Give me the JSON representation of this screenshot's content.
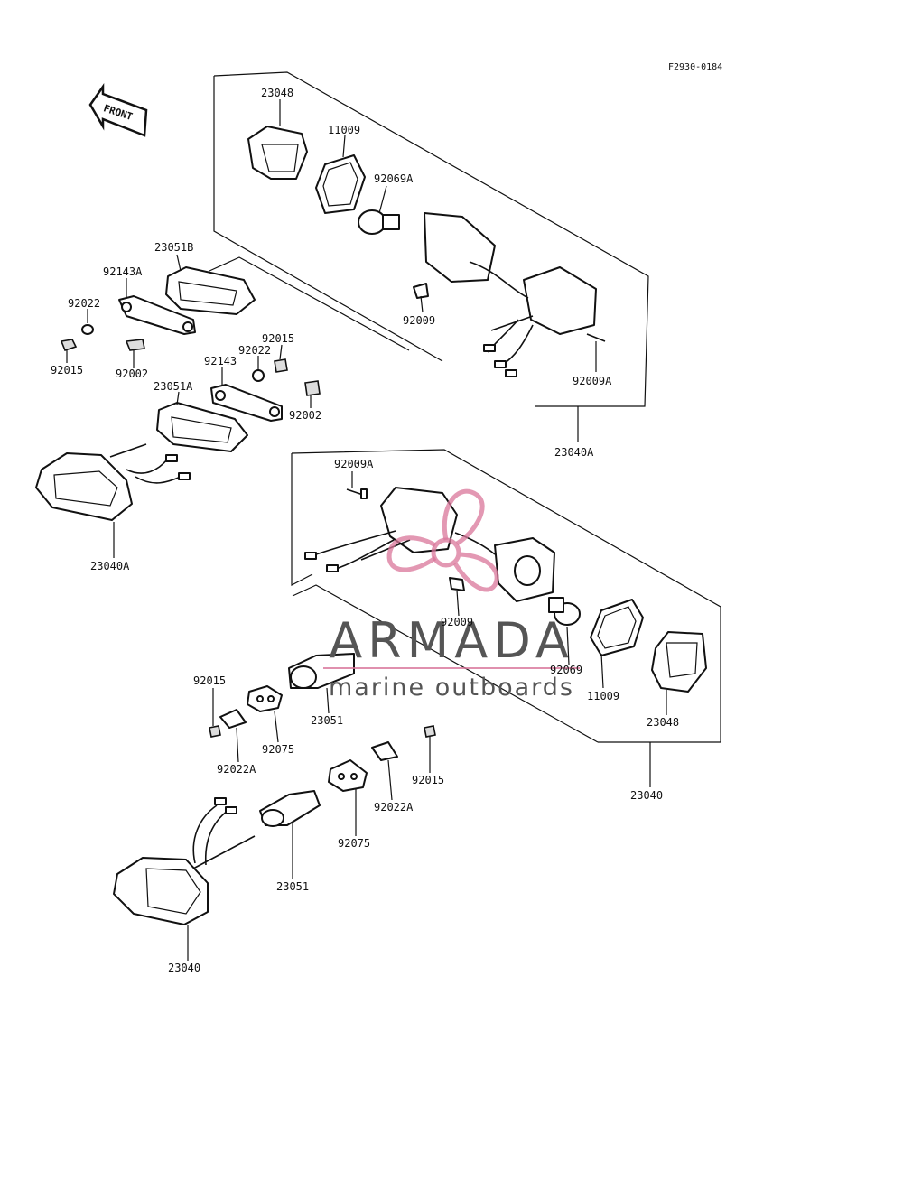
{
  "ref_code": "F2930-0184",
  "front_arrow": {
    "text": "FRONT",
    "icon": "front-arrow-icon"
  },
  "watermark": {
    "brand": "ARMADA",
    "tagline": "marine outboards",
    "accent": "#d9759a",
    "icon": "propeller-icon"
  },
  "callouts": [
    {
      "id": "c1",
      "text": "23048"
    },
    {
      "id": "c2",
      "text": "11009"
    },
    {
      "id": "c3",
      "text": "92069A"
    },
    {
      "id": "c4",
      "text": "92009"
    },
    {
      "id": "c5",
      "text": "92009A"
    },
    {
      "id": "c6",
      "text": "23040A"
    },
    {
      "id": "c7",
      "text": "23051B"
    },
    {
      "id": "c8",
      "text": "92143A"
    },
    {
      "id": "c9",
      "text": "92022"
    },
    {
      "id": "c10",
      "text": "92015"
    },
    {
      "id": "c11",
      "text": "92002"
    },
    {
      "id": "c12",
      "text": "92015"
    },
    {
      "id": "c13",
      "text": "92022"
    },
    {
      "id": "c14",
      "text": "92143"
    },
    {
      "id": "c15",
      "text": "23051A"
    },
    {
      "id": "c16",
      "text": "92002"
    },
    {
      "id": "c17",
      "text": "23040A"
    },
    {
      "id": "c18",
      "text": "92009A"
    },
    {
      "id": "c19",
      "text": "92009"
    },
    {
      "id": "c20",
      "text": "92069"
    },
    {
      "id": "c21",
      "text": "11009"
    },
    {
      "id": "c22",
      "text": "23048"
    },
    {
      "id": "c23",
      "text": "23040"
    },
    {
      "id": "c24",
      "text": "92015"
    },
    {
      "id": "c25",
      "text": "92022A"
    },
    {
      "id": "c26",
      "text": "92075"
    },
    {
      "id": "c27",
      "text": "23051"
    },
    {
      "id": "c28",
      "text": "92015"
    },
    {
      "id": "c29",
      "text": "92022A"
    },
    {
      "id": "c30",
      "text": "92075"
    },
    {
      "id": "c31",
      "text": "23051"
    },
    {
      "id": "c32",
      "text": "23040"
    }
  ]
}
